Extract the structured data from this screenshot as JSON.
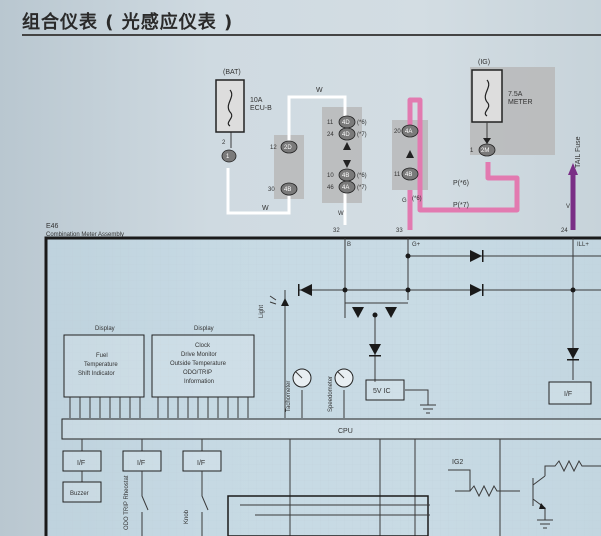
{
  "header": {
    "title": "组合仪表 ( 光感应仪表 )"
  },
  "fuse_bat": {
    "source": "(BAT)",
    "rating": "10A",
    "name": "ECU-B",
    "pin_a": "2",
    "pin_b": "1",
    "conn": "1"
  },
  "fuse_ig": {
    "source": "(IG)",
    "rating": "7.5A",
    "name": "METER",
    "pin": "1",
    "conn": "2M"
  },
  "tail_fuse": {
    "label": "TAIL Fuse",
    "wire": "V",
    "pin": "24",
    "signal": "ILL+"
  },
  "wire_colors": {
    "w_top": "W",
    "w_bottom": "W",
    "w_mid": "W",
    "b_side": "B"
  },
  "connectors": {
    "group1": {
      "pins": [
        "12",
        "30"
      ],
      "codes": [
        "2D",
        "4B"
      ]
    },
    "group2": {
      "pins": [
        "11",
        "24",
        "10",
        "46"
      ],
      "codes": [
        "4D",
        "4D",
        "4B",
        "4A"
      ],
      "notes": [
        "(*6)",
        "(*7)",
        "(*6)",
        "(*7)"
      ]
    },
    "group3": {
      "pins": [
        "20",
        "11"
      ],
      "codes": [
        "4A",
        "4B"
      ]
    }
  },
  "signals": {
    "p6": "P(*6)",
    "p7": "P(*7)",
    "g_pin": "33",
    "g_label": "G+",
    "b_pin": "32",
    "b_label": "B",
    "side_label": "G",
    "side_code": "(*6)"
  },
  "assembly": {
    "code": "E46",
    "name": "Combination Meter Assembly"
  },
  "display1": {
    "title": "Display",
    "lines": [
      "Fuel",
      "Temperature",
      "Shift Indicator"
    ]
  },
  "display2": {
    "title": "Display",
    "lines": [
      "Clock",
      "Drive Monitor",
      "Outside Temperature",
      "ODO/TRIP",
      "Information"
    ]
  },
  "components": {
    "light": "Light",
    "tachometer": "Tachometer",
    "speedometer": "Speedometer",
    "vic": "5V IC",
    "if_right": "I/F",
    "cpu": "CPU",
    "if1": "I/F",
    "if2": "I/F",
    "if3": "I/F",
    "buzzer": "Buzzer",
    "sw1": "ODO TRIP Rheostat",
    "sw2": "Knob",
    "ig2": "IG2"
  }
}
